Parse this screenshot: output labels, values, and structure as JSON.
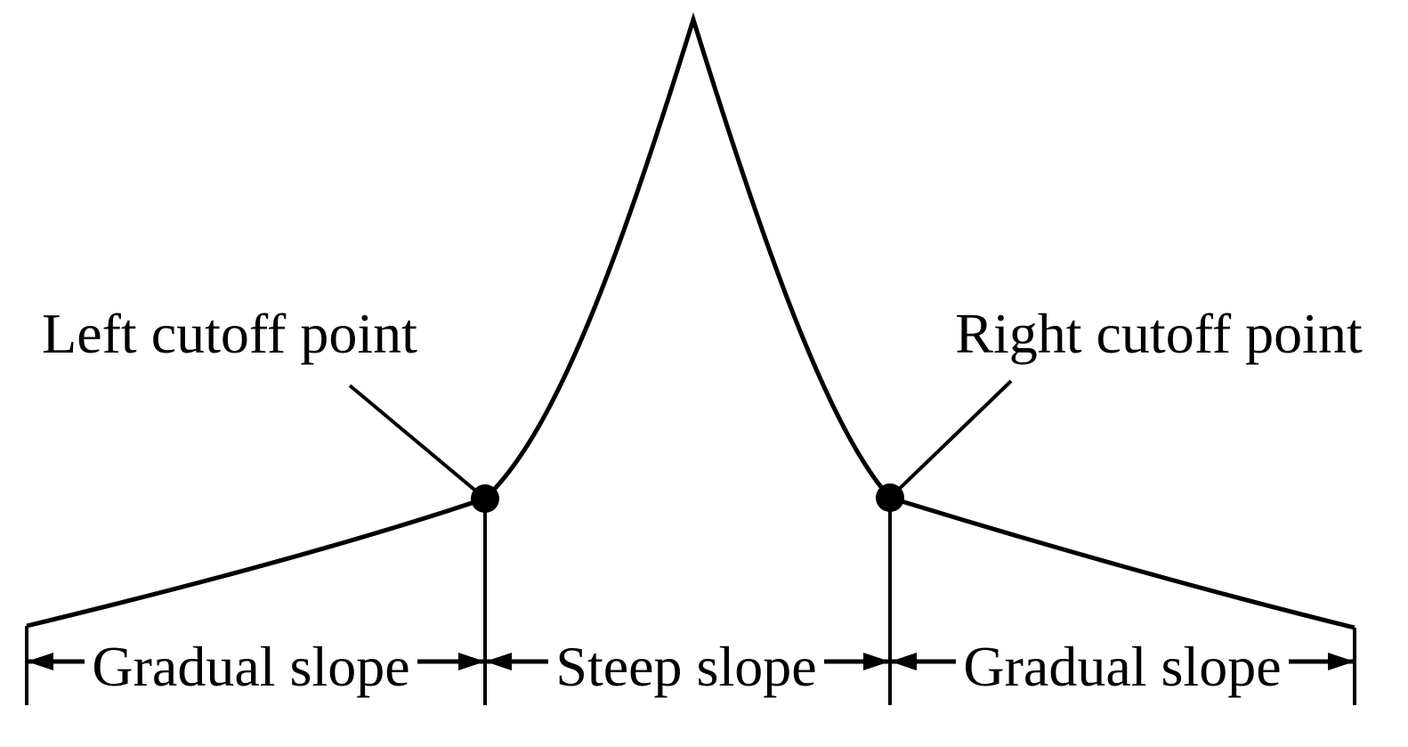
{
  "figure": {
    "colors": {
      "ink": "#000000",
      "background": "#ffffff"
    },
    "annotations": {
      "left_cutoff_label": "Left cutoff point",
      "right_cutoff_label": "Right cutoff point"
    },
    "regions": [
      {
        "label": "Gradual slope"
      },
      {
        "label": "Steep slope"
      },
      {
        "label": "Gradual slope"
      }
    ]
  }
}
